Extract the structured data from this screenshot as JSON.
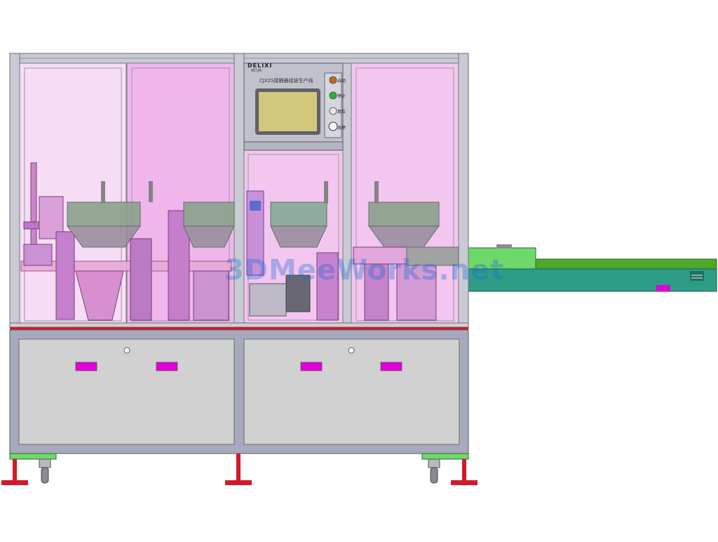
{
  "panel": {
    "brand": "DELIXI",
    "brand_sub": "德力西",
    "title": "CJX2S接触器组装生产线",
    "buttons": [
      {
        "label": "启动",
        "color": "#c8651e"
      },
      {
        "label": "停止",
        "color": "#2fae3a"
      },
      {
        "label": "复位",
        "color": "#e6e6e6"
      },
      {
        "label": "急停",
        "color": "#f4f4f4"
      }
    ]
  },
  "watermark": "3DMeeWorks.net",
  "colors": {
    "frame": "#b9bcc8",
    "cabinet": "#a7aabd",
    "door": "#d1d1d1",
    "glass": "#f3c6f0",
    "hopper": "#8da58f",
    "conveyor_top": "#6fd86a",
    "conveyor_body": "#2d9d86",
    "magenta": "#e000d8",
    "foot": "#d11a2a"
  }
}
